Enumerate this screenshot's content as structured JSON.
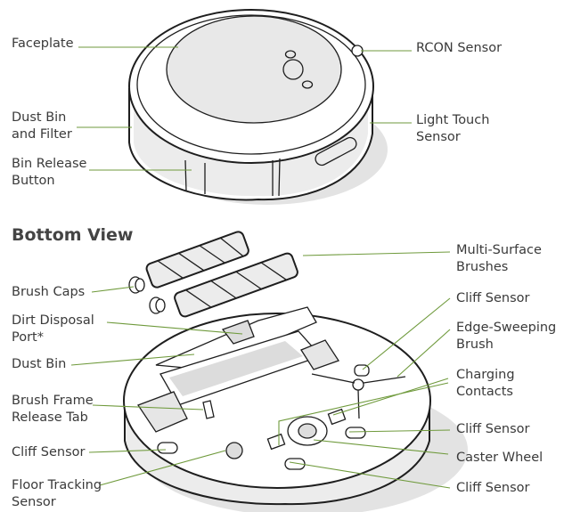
{
  "section_heading": "Bottom View",
  "labels": {
    "faceplate": "Faceplate",
    "dust_bin_filter": [
      "Dust Bin",
      "and Filter"
    ],
    "bin_release": [
      "Bin Release",
      "Button"
    ],
    "rcon": "RCON Sensor",
    "light_touch": [
      "Light Touch",
      "Sensor"
    ],
    "multi_surface": [
      "Multi-Surface",
      "Brushes"
    ],
    "brush_caps": "Brush Caps",
    "dirt_disposal": [
      "Dirt Disposal",
      "Port*"
    ],
    "dust_bin": "Dust Bin",
    "brush_frame": [
      "Brush Frame",
      "Release Tab"
    ],
    "cliff_left": "Cliff Sensor",
    "floor_tracking": [
      "Floor Tracking",
      "Sensor"
    ],
    "cliff_right_top": "Cliff Sensor",
    "edge_sweeping": [
      "Edge-Sweeping",
      "Brush"
    ],
    "charging": [
      "Charging",
      "Contacts"
    ],
    "cliff_right_mid": "Cliff Sensor",
    "caster": "Caster Wheel",
    "cliff_right_bottom": "Cliff Sensor"
  },
  "colors": {
    "leader_line": "#6f9a3c",
    "text": "#3a3a3a"
  }
}
